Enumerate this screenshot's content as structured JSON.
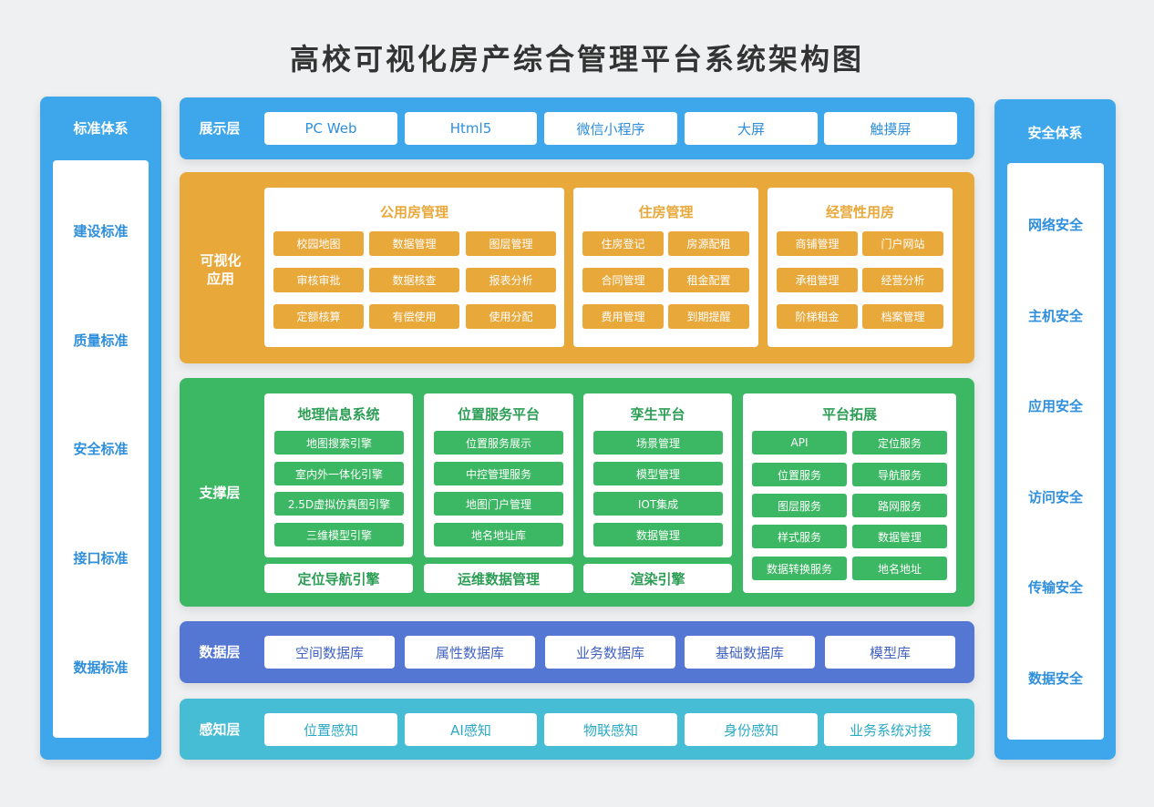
{
  "title": "高校可视化房产综合管理平台系统架构图",
  "colors": {
    "blue": "#3ea6ea",
    "orange": "#e9a83a",
    "green": "#3cb763",
    "indigo": "#5477d4",
    "teal": "#46bcd5"
  },
  "left_panel": {
    "title": "标准体系",
    "items": [
      "建设标准",
      "质量标准",
      "安全标准",
      "接口标准",
      "数据标准"
    ]
  },
  "right_panel": {
    "title": "安全体系",
    "items": [
      "网络安全",
      "主机安全",
      "应用安全",
      "访问安全",
      "传输安全",
      "数据安全"
    ]
  },
  "display_layer": {
    "label": "展示层",
    "items": [
      "PC Web",
      "Html5",
      "微信小程序",
      "大屏",
      "触摸屏"
    ]
  },
  "app_layer": {
    "label": "可视化应用",
    "panels": [
      {
        "title": "公用房管理",
        "items": [
          "校园地图",
          "数据管理",
          "图层管理",
          "审核审批",
          "数据核查",
          "报表分析",
          "定额核算",
          "有偿使用",
          "使用分配"
        ]
      },
      {
        "title": "住房管理",
        "items": [
          "住房登记",
          "房源配租",
          "合同管理",
          "租金配置",
          "费用管理",
          "到期提醒"
        ]
      },
      {
        "title": "经营性用房",
        "items": [
          "商铺管理",
          "门户网站",
          "承租管理",
          "经营分析",
          "阶梯租金",
          "档案管理"
        ]
      }
    ]
  },
  "support_layer": {
    "label": "支撑层",
    "panels": [
      {
        "title": "地理信息系统",
        "items": [
          "地图搜索引擎",
          "室内外一体化引擎",
          "2.5D虚拟仿真图引擎",
          "三维模型引擎"
        ],
        "footer": "定位导航引擎"
      },
      {
        "title": "位置服务平台",
        "items": [
          "位置服务展示",
          "中控管理服务",
          "地图门户管理",
          "地名地址库"
        ],
        "footer": "运维数据管理"
      },
      {
        "title": "孪生平台",
        "items": [
          "场景管理",
          "模型管理",
          "IOT集成",
          "数据管理"
        ],
        "footer": "渲染引擎"
      },
      {
        "title": "平台拓展",
        "items": [
          "API",
          "定位服务",
          "位置服务",
          "导航服务",
          "图层服务",
          "路网服务",
          "样式服务",
          "数据管理",
          "数据转换服务",
          "地名地址"
        ]
      }
    ]
  },
  "data_layer": {
    "label": "数据层",
    "items": [
      "空间数据库",
      "属性数据库",
      "业务数据库",
      "基础数据库",
      "模型库"
    ]
  },
  "perception_layer": {
    "label": "感知层",
    "items": [
      "位置感知",
      "AI感知",
      "物联感知",
      "身份感知",
      "业务系统对接"
    ]
  }
}
